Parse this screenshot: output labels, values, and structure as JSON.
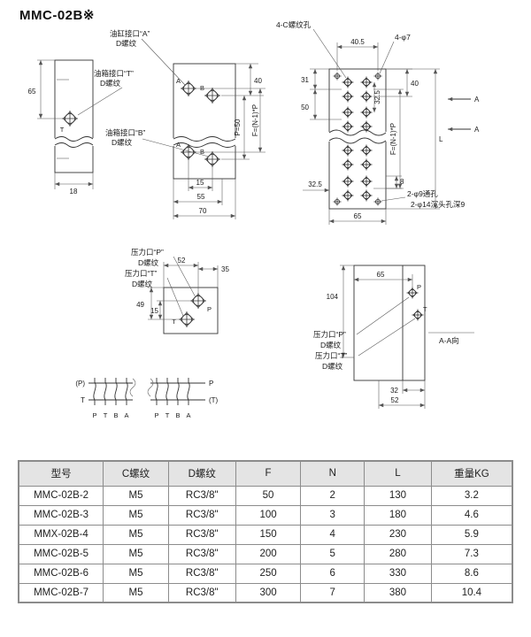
{
  "colors": {
    "line": "#333333",
    "table_header_bg": "#e4e4e4"
  },
  "page": {
    "title": "MMC-02B※"
  },
  "side_view": {
    "dim_height": "65",
    "dim_width": "18",
    "port_t": "T"
  },
  "front_view": {
    "label_port_a": "油缸接口“A”",
    "label_thread_a": "D螺纹",
    "label_port_t": "油箱接口“T”",
    "label_thread_t": "D螺纹",
    "label_port_b": "油箱接口“B”",
    "label_thread_b": "D螺纹",
    "port_a1": "A",
    "port_b1": "B",
    "port_a2": "A",
    "port_b2": "B",
    "dim_40": "40",
    "dim_p50": "P=50",
    "dim_f": "F=(N-1)*P",
    "dim_15": "15",
    "dim_55": "55",
    "dim_70": "70"
  },
  "top_view": {
    "label_c_holes": "4-C螺纹孔",
    "dim_405": "40.5",
    "label_phi7": "4-φ7",
    "dim_31": "31",
    "dim_50": "50",
    "dim_325_mid": "32.5",
    "dim_40": "40",
    "dim_f": "F=(N-1)*P",
    "dim_l": "L",
    "section_a1": "A",
    "section_a2": "A",
    "dim_325_bottom": "32.5",
    "dim_8": "8",
    "label_phi9": "2-φ9通孔",
    "label_phi14": "2-φ14沉头孔深9",
    "dim_65": "65"
  },
  "port_view": {
    "label_p": "压力口“P”",
    "label_thread_p": "D螺纹",
    "label_t": "压力口“T”",
    "label_thread_t": "D螺纹",
    "dim_52": "52",
    "dim_35": "35",
    "dim_49": "49",
    "dim_15": "15",
    "port_p": "P",
    "port_t": "T"
  },
  "section_view": {
    "dim_65": "65",
    "dim_104": "104",
    "port_p": "P",
    "port_t": "T",
    "label_p": "压力口“P”",
    "label_thread_p": "D螺纹",
    "label_t": "压力口“T”",
    "label_thread_t": "D螺纹",
    "view_label": "A-A向",
    "dim_32": "32",
    "dim_52": "52"
  },
  "schematic": {
    "left_top": "(P)",
    "left_bottom": "T",
    "right_top": "P",
    "right_bottom": "(T)",
    "station1": [
      "P",
      "T",
      "B",
      "A"
    ],
    "station2": [
      "P",
      "T",
      "B",
      "A"
    ]
  },
  "table": {
    "headers": [
      "型号",
      "C螺纹",
      "D螺纹",
      "F",
      "N",
      "L",
      "重量KG"
    ],
    "rows": [
      [
        "MMC-02B-2",
        "M5",
        "RC3/8\"",
        "50",
        "2",
        "130",
        "3.2"
      ],
      [
        "MMC-02B-3",
        "M5",
        "RC3/8\"",
        "100",
        "3",
        "180",
        "4.6"
      ],
      [
        "MMX-02B-4",
        "M5",
        "RC3/8\"",
        "150",
        "4",
        "230",
        "5.9"
      ],
      [
        "MMC-02B-5",
        "M5",
        "RC3/8\"",
        "200",
        "5",
        "280",
        "7.3"
      ],
      [
        "MMC-02B-6",
        "M5",
        "RC3/8\"",
        "250",
        "6",
        "330",
        "8.6"
      ],
      [
        "MMC-02B-7",
        "M5",
        "RC3/8\"",
        "300",
        "7",
        "380",
        "10.4"
      ]
    ]
  }
}
